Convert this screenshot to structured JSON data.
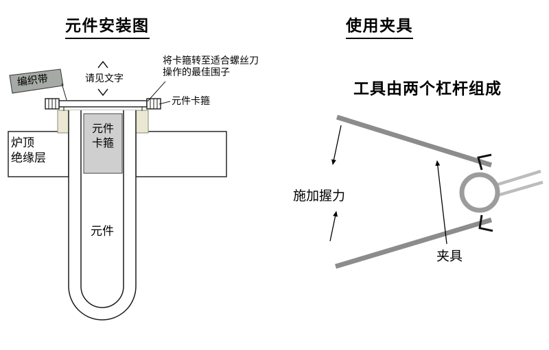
{
  "page": {
    "background": "#ffffff"
  },
  "colors": {
    "ceramic_beige": "#eae7d2",
    "clamp_gray": "#cfcfcf",
    "band_gray": "#a6aaa6",
    "lever_gray": "#8c8c8c",
    "prong_gray": "#bcbcbc",
    "ring_gray": "#9c9c9c"
  },
  "left_diagram": {
    "title": "元件安装图",
    "braided_band_label": "编织带",
    "see_text_label": "请见文字",
    "rotate_note_line1": "将卡箍转至适合螺丝刀",
    "rotate_note_line2": "操作的最佳围子",
    "element_clamp_label": "元件卡箍",
    "furnace_roof_line1": "炉顶",
    "furnace_roof_line2": "绝缘层",
    "clamp_block_line1": "元件",
    "clamp_block_line2": "卡箍",
    "element_label": "元件"
  },
  "right_diagram": {
    "title": "使用夹具",
    "tool_description": "工具由两个杠杆组成",
    "apply_grip_label": "施加握力",
    "clamp_label": "夹具"
  }
}
